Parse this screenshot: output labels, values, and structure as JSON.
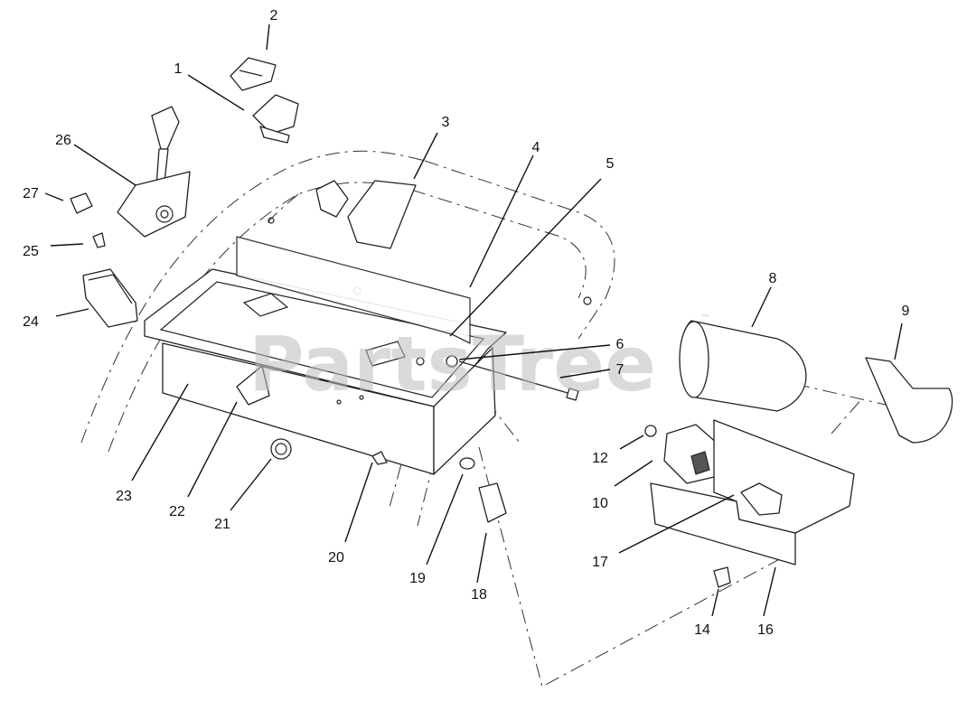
{
  "watermark": {
    "text": "PartsTree",
    "trademark": "™"
  },
  "callouts": {
    "c1": "1",
    "c2": "2",
    "c3": "3",
    "c4": "4",
    "c5": "5",
    "c6": "6",
    "c7": "7",
    "c8": "8",
    "c9": "9",
    "c10": "10",
    "c12": "12",
    "c14": "14",
    "c16": "16",
    "c17": "17",
    "c18": "18",
    "c19": "19",
    "c20": "20",
    "c21": "21",
    "c22": "22",
    "c23": "23",
    "c24": "24",
    "c25": "25",
    "c26": "26",
    "c27": "27"
  }
}
